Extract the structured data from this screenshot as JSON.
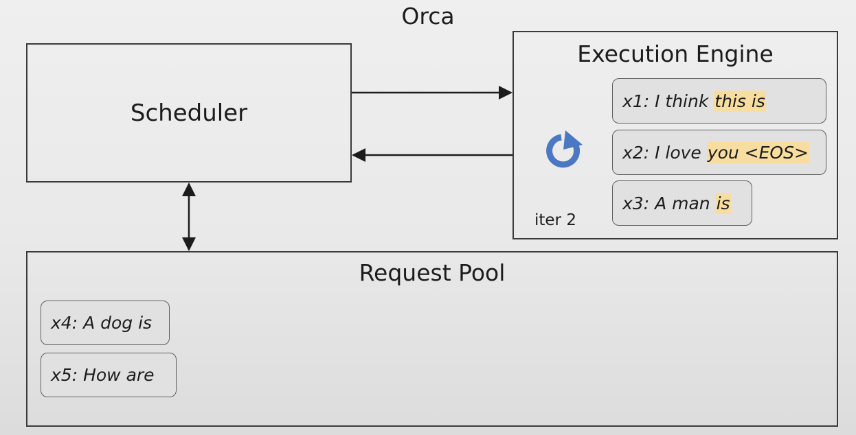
{
  "title": "Orca",
  "scheduler": {
    "label": "Scheduler"
  },
  "engine": {
    "title": "Execution Engine",
    "iteration_label": "iter 2",
    "requests": [
      {
        "id": "x1:",
        "text": "I think",
        "generated": "this is"
      },
      {
        "id": "x2:",
        "text": "I love",
        "generated": "you <EOS>"
      },
      {
        "id": "x3:",
        "text": "A man",
        "generated": "is"
      }
    ]
  },
  "request_pool": {
    "title": "Request Pool",
    "requests": [
      {
        "id": "x4:",
        "text": "A dog is"
      },
      {
        "id": "x5:",
        "text": "How are"
      }
    ]
  },
  "colors": {
    "highlight": "#f7dea0",
    "loop_icon": "#4a78c2",
    "border": "#3a3a3a"
  },
  "icons": {
    "iteration": "refresh-loop-icon"
  }
}
